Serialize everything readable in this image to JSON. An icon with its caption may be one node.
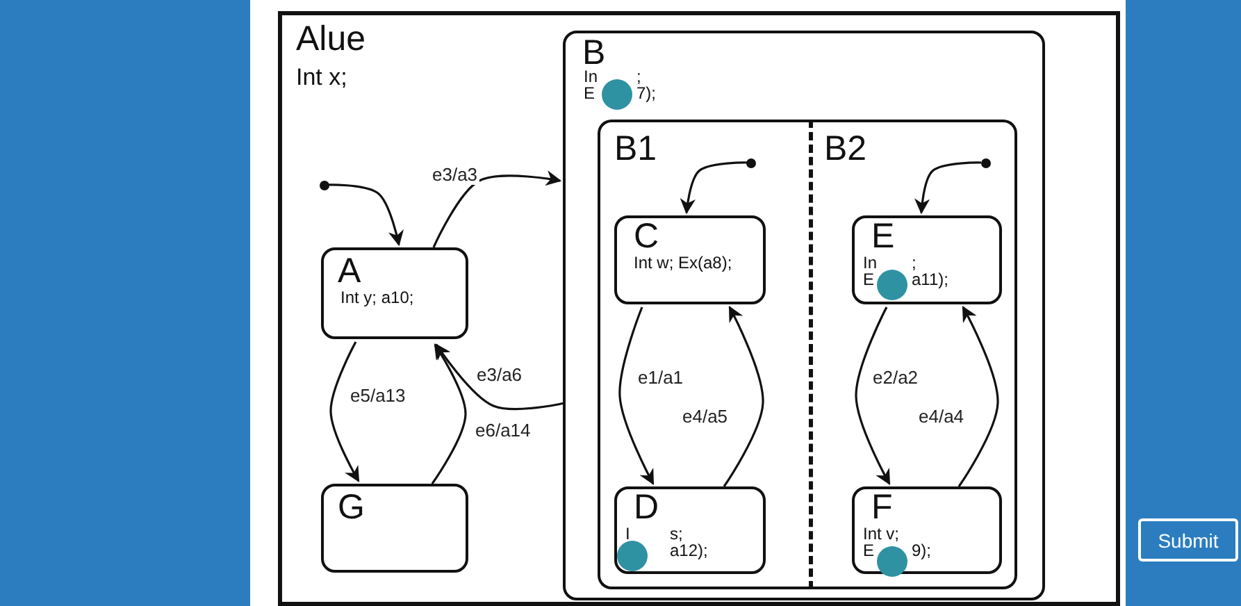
{
  "diagram": {
    "nodes": [
      {
        "text": [
          "Alue",
          "Int x;"
        ]
      },
      {
        "text": [],
        "shape": "circle",
        "in": 0
      },
      {
        "text": [
          "A",
          "Int y; a10;"
        ],
        "in": 0
      },
      {
        "text": [
          "G"
        ],
        "in": 0
      },
      {
        "text": [
          "B",
          "In",
          ";",
          "E",
          "7);"
        ],
        "in": 0
      },
      {
        "text": [
          "B1"
        ],
        "in": 4
      },
      {
        "text": [
          "B2"
        ],
        "in": 4
      },
      {
        "text": [],
        "shape": "circle",
        "in": 5
      },
      {
        "text": [
          "C",
          "Int w; Ex(a8);"
        ],
        "in": 5
      },
      {
        "text": [
          "D",
          "I",
          "s;",
          "a12);"
        ],
        "in": 5
      },
      {
        "text": [],
        "shape": "circle",
        "in": 6
      },
      {
        "text": [
          "E",
          "In",
          ";",
          "E",
          "a11);"
        ],
        "in": 6
      },
      {
        "text": [
          "F",
          "Int v;",
          "E",
          "9);"
        ],
        "in": 6
      }
    ],
    "edges": [
      {
        "from": 1,
        "to": 2,
        "arrow": "to"
      },
      {
        "from": 2,
        "to": 4,
        "arrow": "to",
        "label": "e3/a3"
      },
      {
        "from": 4,
        "to": 2,
        "arrow": "to",
        "label": "e3/a6"
      },
      {
        "from": 2,
        "to": 3,
        "arrow": "to",
        "label": "e5/a13"
      },
      {
        "from": 3,
        "to": 2,
        "arrow": "to",
        "label": "e6/a14"
      },
      {
        "from": 7,
        "to": 8,
        "arrow": "to"
      },
      {
        "from": 8,
        "to": 9,
        "arrow": "to",
        "label": "e1/a1"
      },
      {
        "from": 9,
        "to": 8,
        "arrow": "to",
        "label": "e4/a5"
      },
      {
        "from": 10,
        "to": 11,
        "arrow": "to"
      },
      {
        "from": 11,
        "to": 12,
        "arrow": "to",
        "label": "e2/a2"
      },
      {
        "from": 12,
        "to": 11,
        "arrow": "to",
        "label": "e4/a4"
      }
    ],
    "labels": [
      "Submit"
    ]
  }
}
